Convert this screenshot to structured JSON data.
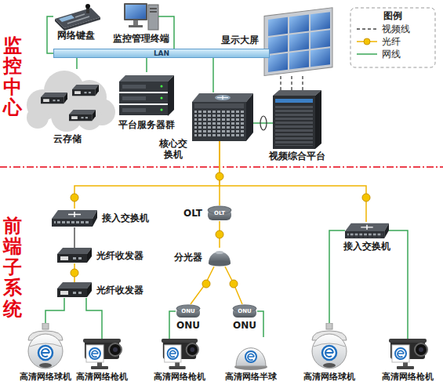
{
  "diagram": {
    "nodes": [
      {
        "text": [
          "网络键盘"
        ]
      },
      {
        "text": [
          "监控管理终端"
        ]
      },
      {
        "text": [
          "LAN"
        ]
      },
      {
        "text": [
          "显示大屏"
        ]
      },
      {
        "text": [
          "云存储"
        ]
      },
      {
        "text": [
          "平台服务器群"
        ]
      },
      {
        "text": [
          "核心交换机"
        ]
      },
      {
        "text": [
          "视频综合平台"
        ]
      },
      {
        "text": [
          "接入交换机"
        ]
      },
      {
        "text": [
          "光纤收发器"
        ]
      },
      {
        "text": [
          "光纤收发器"
        ]
      },
      {
        "text": [
          "OLT",
          "OLT"
        ]
      },
      {
        "text": [
          "分光器"
        ]
      },
      {
        "text": [
          "ONU",
          "ONU"
        ]
      },
      {
        "text": [
          "ONU",
          "ONU"
        ]
      },
      {
        "text": [
          "接入交换机"
        ]
      },
      {
        "text": [
          "高清网络球机"
        ]
      },
      {
        "text": [
          "高清网络枪机"
        ]
      },
      {
        "text": [
          "高清网络枪机"
        ]
      },
      {
        "text": [
          "高清网络半球"
        ]
      },
      {
        "text": [
          "高清网络球机"
        ]
      },
      {
        "text": [
          "高清网络枪机"
        ]
      }
    ],
    "edges": [
      {
        "from": 0,
        "to": 2,
        "arrow": "none"
      },
      {
        "from": 1,
        "to": 2,
        "arrow": "none"
      },
      {
        "from": 4,
        "to": 2,
        "arrow": "none"
      },
      {
        "from": 5,
        "to": 2,
        "arrow": "none"
      },
      {
        "from": 6,
        "to": 2,
        "arrow": "none"
      },
      {
        "from": 6,
        "to": 7,
        "arrow": "none"
      },
      {
        "from": 7,
        "to": 3,
        "arrow": "none"
      },
      {
        "from": 6,
        "to": 8,
        "arrow": "none"
      },
      {
        "from": 6,
        "to": 11,
        "arrow": "none"
      },
      {
        "from": 6,
        "to": 15,
        "arrow": "none"
      },
      {
        "from": 8,
        "to": 9,
        "arrow": "none"
      },
      {
        "from": 9,
        "to": 10,
        "arrow": "none"
      },
      {
        "from": 10,
        "to": 16,
        "arrow": "none"
      },
      {
        "from": 10,
        "to": 17,
        "arrow": "none"
      },
      {
        "from": 11,
        "to": 12,
        "arrow": "none"
      },
      {
        "from": 12,
        "to": 13,
        "arrow": "none"
      },
      {
        "from": 12,
        "to": 14,
        "arrow": "none"
      },
      {
        "from": 13,
        "to": 18,
        "arrow": "none"
      },
      {
        "from": 14,
        "to": 19,
        "arrow": "none"
      },
      {
        "from": 15,
        "to": 20,
        "arrow": "none"
      },
      {
        "from": 15,
        "to": 21,
        "arrow": "none"
      }
    ],
    "labels": [
      "监控中心",
      "前端子系统",
      "图例"
    ],
    "legend": [
      {
        "text": "视频线"
      },
      {
        "text": "光纤"
      },
      {
        "text": "网线"
      }
    ]
  }
}
